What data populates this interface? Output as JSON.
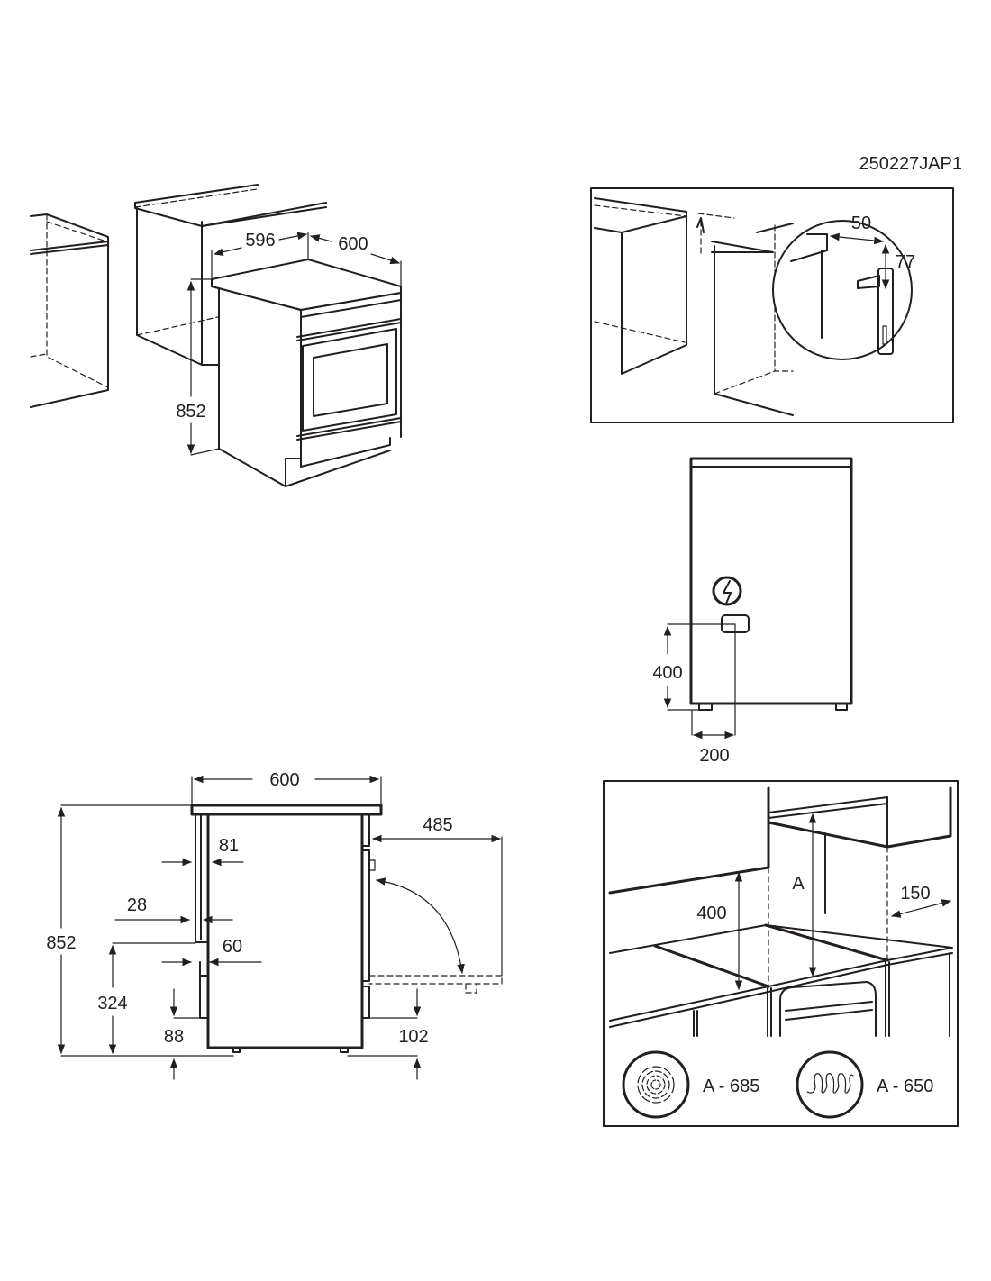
{
  "document": {
    "code": "250227JAP1"
  },
  "figure_iso": {
    "width_label": "596",
    "depth_label": "600",
    "height_label": "852"
  },
  "figure_bracket": {
    "offset_label": "50",
    "height_label": "77"
  },
  "figure_back": {
    "connection_height_label": "400",
    "connection_side_label": "200",
    "connection_icon": "electric-bolt-icon"
  },
  "figure_side": {
    "width_label": "600",
    "height_label": "852",
    "door_clearance_label": "485",
    "gap_81_label": "81",
    "gap_28_label": "28",
    "gap_60_label": "60",
    "rear_height_label": "324",
    "rear_foot_label": "88",
    "front_foot_label": "102"
  },
  "figure_hood": {
    "side_height_label": "400",
    "hood_height_label": "A",
    "side_clearance_label": "150",
    "gas_hob": {
      "icon": "gas-burner-icon",
      "label": "A - 685"
    },
    "electric_hob": {
      "icon": "electric-coil-icon",
      "label": "A - 650"
    }
  },
  "colors": {
    "line": "#231f20",
    "background": "#ffffff"
  }
}
